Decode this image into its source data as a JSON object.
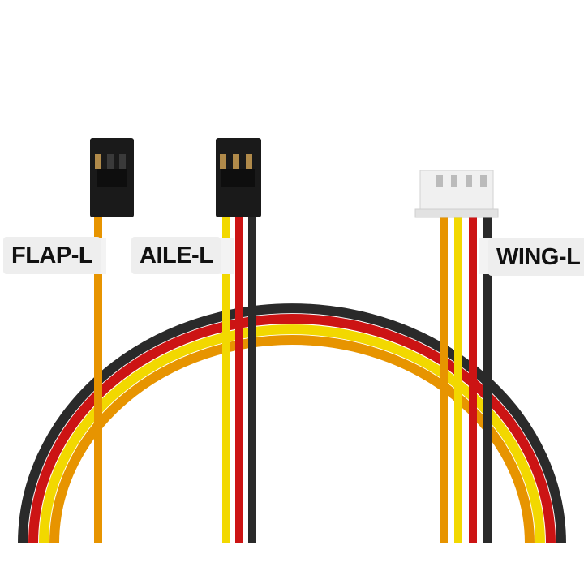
{
  "labels": {
    "flap": "FLAP-L",
    "aile": "AILE-L",
    "wing": "WING-L"
  },
  "colors": {
    "background": "#ffffff",
    "wire_black": "#2a2a2a",
    "wire_red": "#cc1414",
    "wire_yellow": "#f2d800",
    "wire_orange": "#e79400",
    "connector_body": "#1a1a1a",
    "jst_housing": "#f0f0f0",
    "label_bg": "#eeeeee",
    "label_text": "#111111"
  },
  "icons": {
    "flap_connector": "servo-connector-icon",
    "aile_connector": "servo-connector-icon",
    "wing_connector": "jst-connector-icon"
  }
}
